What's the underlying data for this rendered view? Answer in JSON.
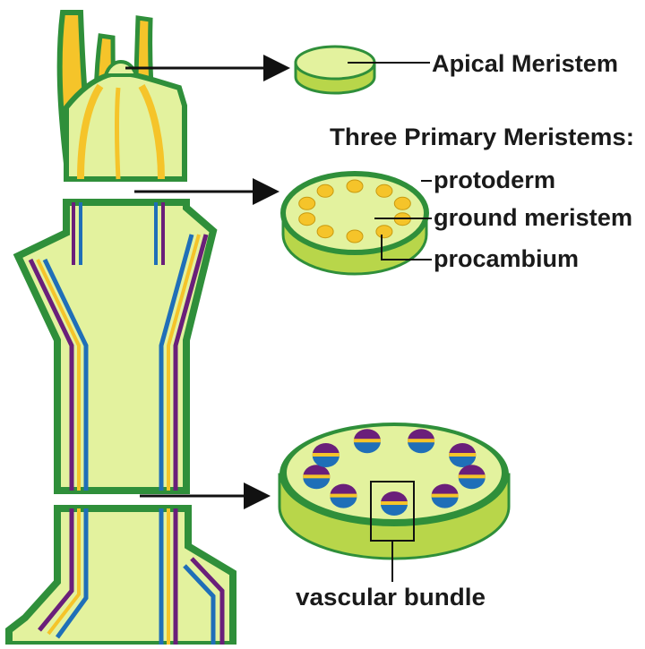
{
  "labels": {
    "apical_meristem": "Apical Meristem",
    "heading": "Three Primary Meristems:",
    "protoderm": "protoderm",
    "ground_meristem": "ground meristem",
    "procambium": "procambium",
    "vascular_bundle": "vascular bundle"
  },
  "colors": {
    "tissue": "#e3f29e",
    "epidermis": "#2f8f3a",
    "disk_side": "#b8d64a",
    "procambium": "#f5c42a",
    "phloem": "#6a1f7a",
    "xylem": "#1f6fb8",
    "arrow": "#111111"
  },
  "disks": {
    "procambium_dots": 10,
    "vascular_bundles": 9
  }
}
